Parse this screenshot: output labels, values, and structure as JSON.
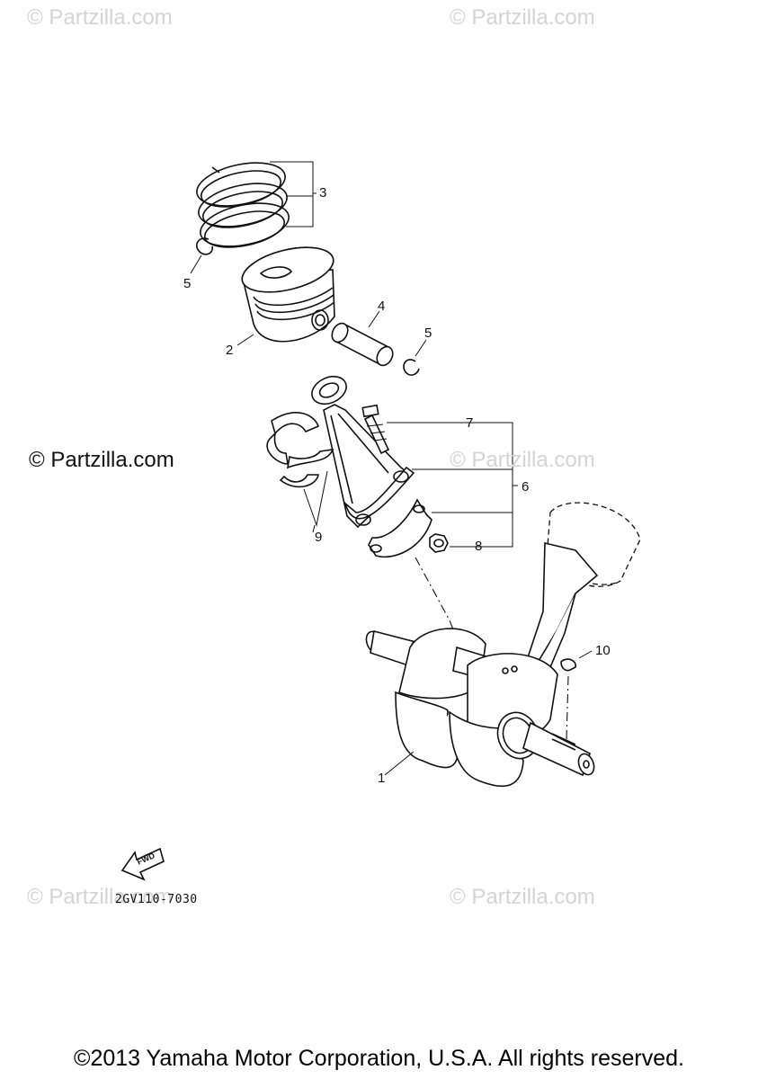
{
  "watermarks": {
    "top_left": "© Partzilla.com",
    "top_right": "© Partzilla.com",
    "mid_left": "© Partzilla.com",
    "mid_right": "© Partzilla.com",
    "bottom_left": "© Partzilla.com",
    "bottom_right": "© Partzilla.com"
  },
  "callouts": {
    "c1": "1",
    "c2": "2",
    "c3": "3",
    "c4": "4",
    "c5a": "5",
    "c5b": "5",
    "c6": "6",
    "c7": "7",
    "c8": "8",
    "c9": "9",
    "c10": "10"
  },
  "fwd_arrow": {
    "label": "FWD"
  },
  "reference_code": "2GV110-7030",
  "copyright": "©2013 Yamaha Motor Corporation, U.S.A. All rights reserved."
}
